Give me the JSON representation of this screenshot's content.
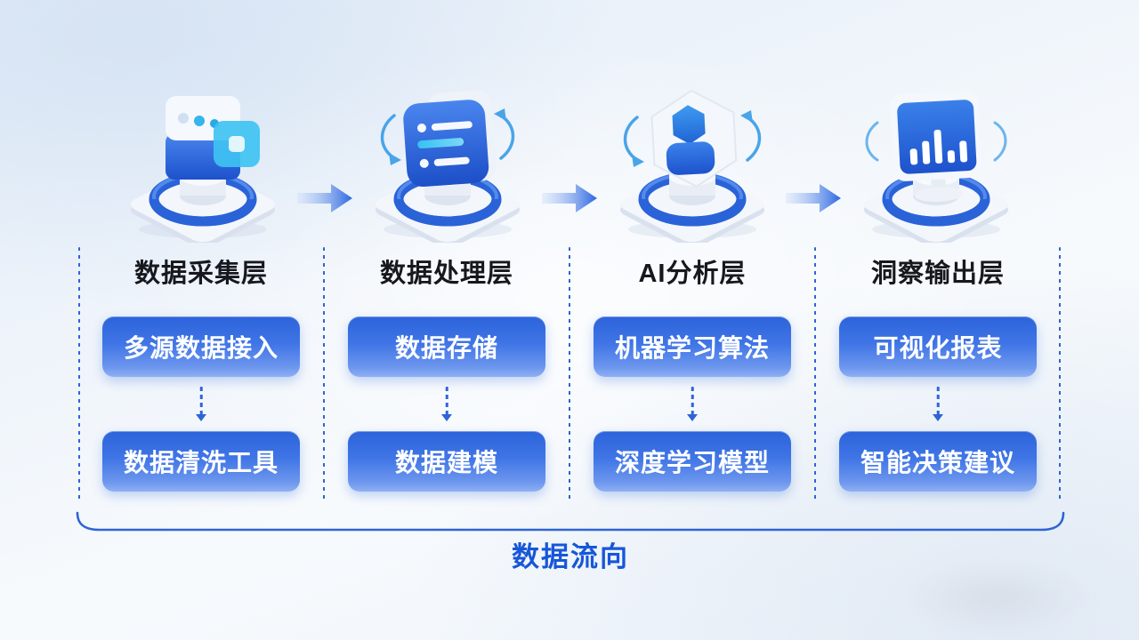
{
  "flow": {
    "stages": [
      {
        "header": "数据采集层",
        "icon": "data-collection-3d-icon",
        "items": [
          "多源数据接入",
          "数据清洗工具"
        ]
      },
      {
        "header": "数据处理层",
        "icon": "data-processing-3d-icon",
        "items": [
          "数据存储",
          "数据建模"
        ]
      },
      {
        "header": "AI分析层",
        "icon": "ai-analysis-3d-icon",
        "items": [
          "机器学习算法",
          "深度学习模型"
        ]
      },
      {
        "header": "洞察输出层",
        "icon": "insight-output-3d-icon",
        "items": [
          "可视化报表",
          "智能决策建议"
        ]
      }
    ],
    "footer_label": "数据流向"
  },
  "colors": {
    "accent_blue": "#2e64d6",
    "pill_gradient_top": "#2c63da",
    "pill_gradient_bottom": "#8fb0f4",
    "pill_text": "#ffffff",
    "header_text": "#16181d",
    "flow_label_text": "#1757d8",
    "dashed_line": "#2e64d6",
    "icon_blue": "#2f6be0",
    "icon_cyan": "#3fc2f2",
    "rotation_arc": "#4aa4e8"
  }
}
